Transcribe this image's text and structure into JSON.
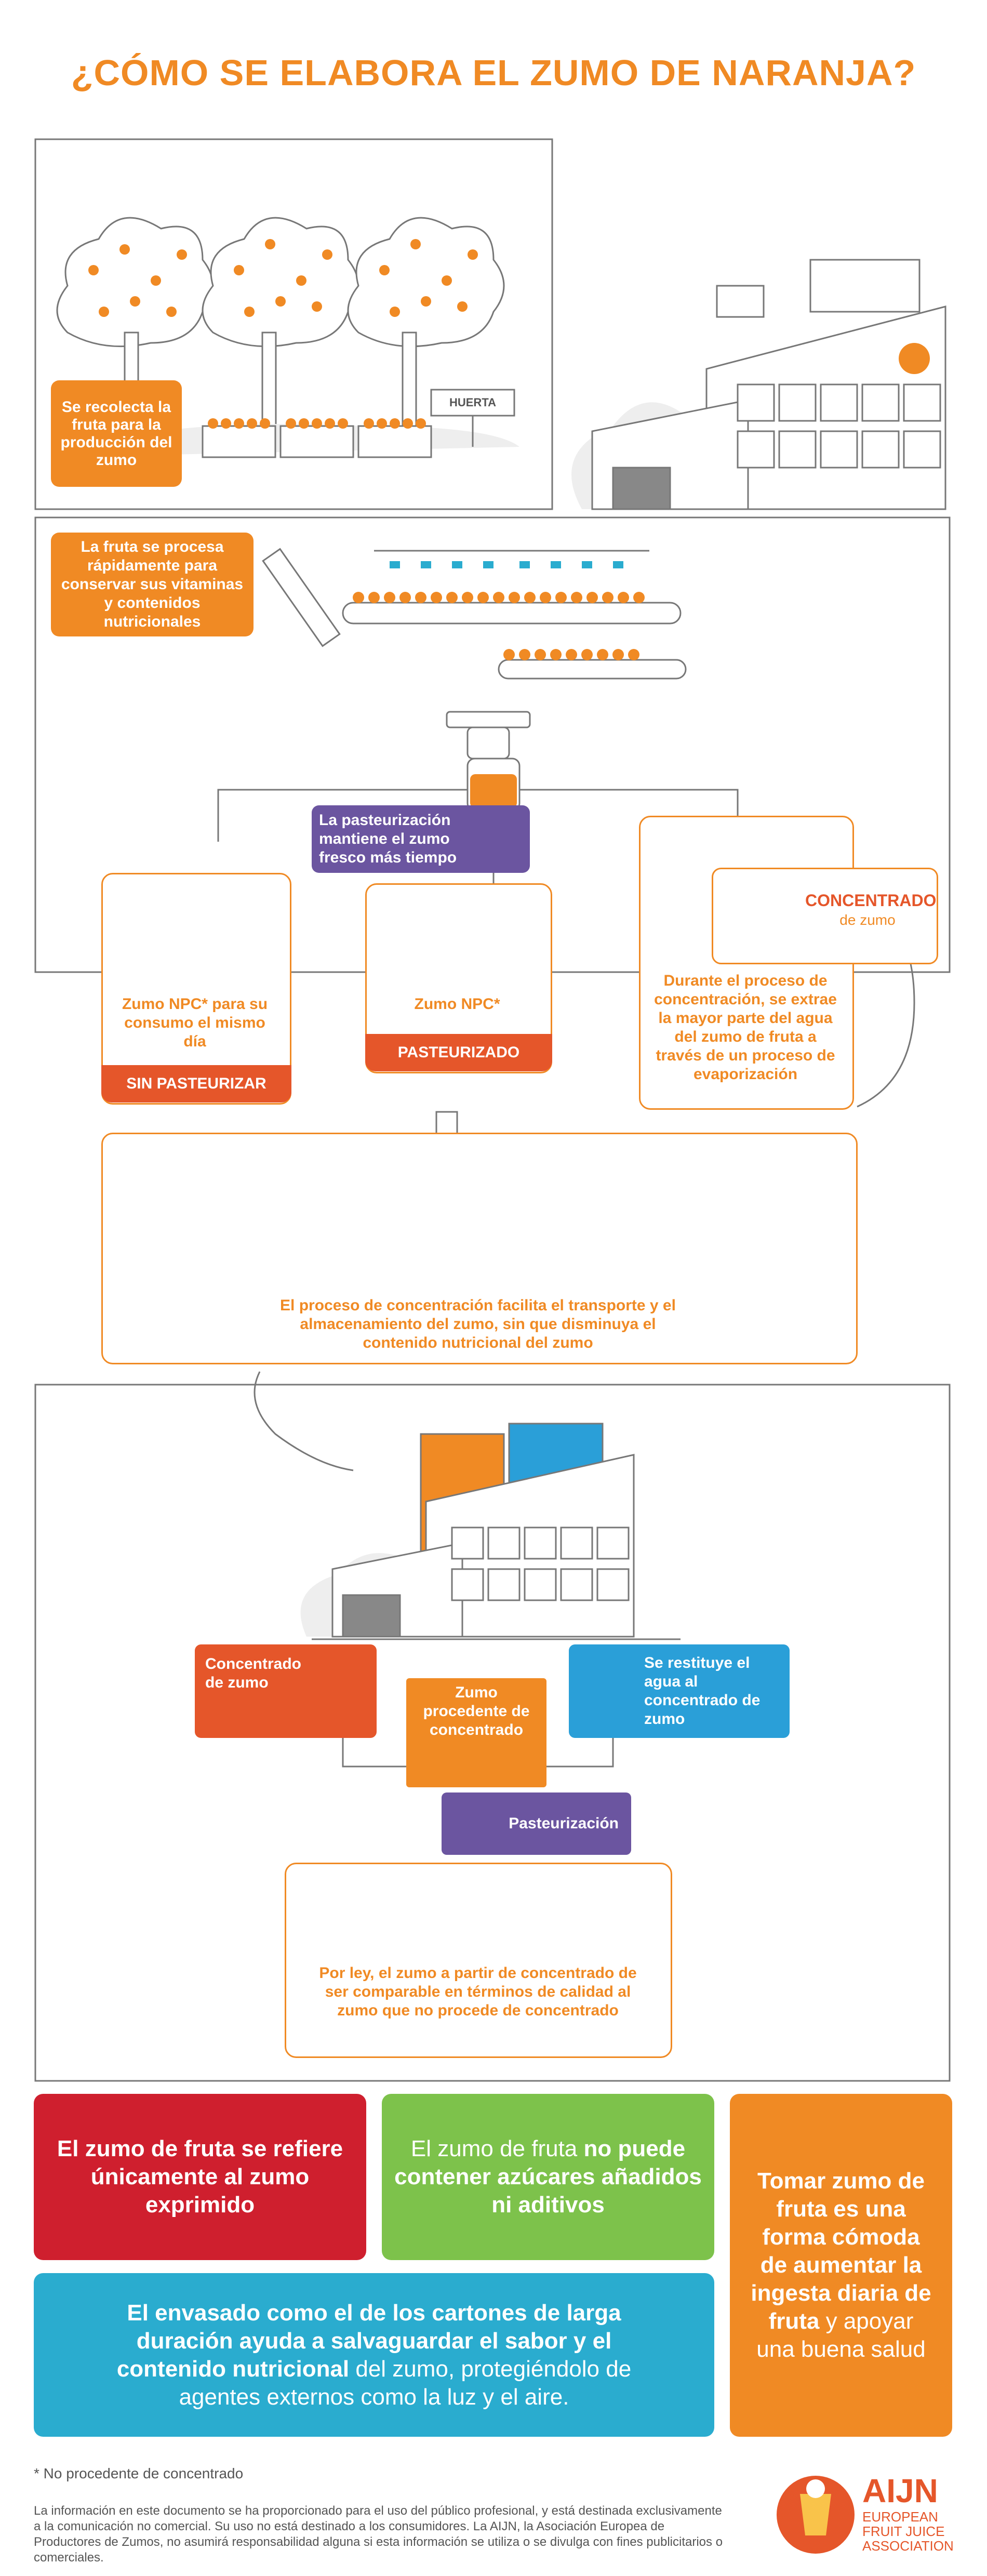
{
  "title": "¿CÓMO SE ELABORA EL ZUMO DE NARANJA?",
  "harvest": {
    "label": "Se recolecta la fruta para la producción del zumo",
    "sign": "HUERTA"
  },
  "processing": {
    "label": "La fruta se procesa rápidamente para conservar sus vitaminas y contenidos nutricionales",
    "pasteurization_note": "La pasteurización mantiene el zumo fresco más tiempo",
    "npc_fresh_label": "Zumo NPC* para su consumo el mismo día",
    "npc_fresh_tag": "SIN PASTEURIZAR",
    "npc_past_label": "Zumo NPC*",
    "npc_past_tag": "PASTEURIZADO",
    "concentrate_title": "CONCENTRADO",
    "concentrate_subtitle": "de zumo",
    "concentrate_label": "Durante el proceso de concentración, se extrae la mayor parte del agua del zumo de fruta a través de un proceso de evaporización"
  },
  "transport": {
    "label": "El proceso de concentración facilita el transporte y el almacenamiento del zumo, sin que disminuya el contenido nutricional del zumo"
  },
  "reconstitution": {
    "concentrate_box": "Concentrado de zumo",
    "water_box": "Se restituye el agua al concentrado de zumo",
    "juice_box": "Zumo procedente de concentrado",
    "pasteurization_box": "Pasteurización",
    "law_label": "Por ley, el zumo a partir de concentrado de ser comparable en términos de calidad al zumo que no procede de concentrado"
  },
  "facts": {
    "red": "El zumo de fruta se refiere únicamente al zumo exprimido",
    "green_normal1": "El zumo de fruta ",
    "green_bold": "no puede contener azúcares añadidos ni aditivos",
    "orange_bold": "Tomar zumo de fruta es una forma cómoda de aumentar la ingesta diaria de fruta",
    "orange_normal": " y apoyar una buena salud",
    "blue_bold": "El envasado como el de los cartones de larga duración ayuda a salvaguardar el sabor y el contenido nutricional",
    "blue_normal": " del zumo, protegiéndolo de agentes externos como la luz y el aire."
  },
  "footnote": "* No procedente de concentrado",
  "disclaimer": "La información en este documento se ha proporcionado para el uso del público profesional, y está destinada exclusivamente a la comunicación no comercial. Su uso no está destinado a los consumidores. La AIJN, la Asociación Europea de Productores de Zumos, no asumirá responsabilidad alguna si esta información se utiliza o se divulga con fines publicitarios o comerciales.",
  "logo": {
    "name": "AIJN",
    "line1": "EUROPEAN",
    "line2": "FRUIT JUICE",
    "line3": "ASSOCIATION"
  },
  "colors": {
    "orange": "#f08a24",
    "deep_orange": "#e5562a",
    "purple": "#6b55a0",
    "red": "#cf1f2e",
    "green": "#7dc24b",
    "blue": "#2aaccf",
    "cyan": "#2a9fd8"
  }
}
